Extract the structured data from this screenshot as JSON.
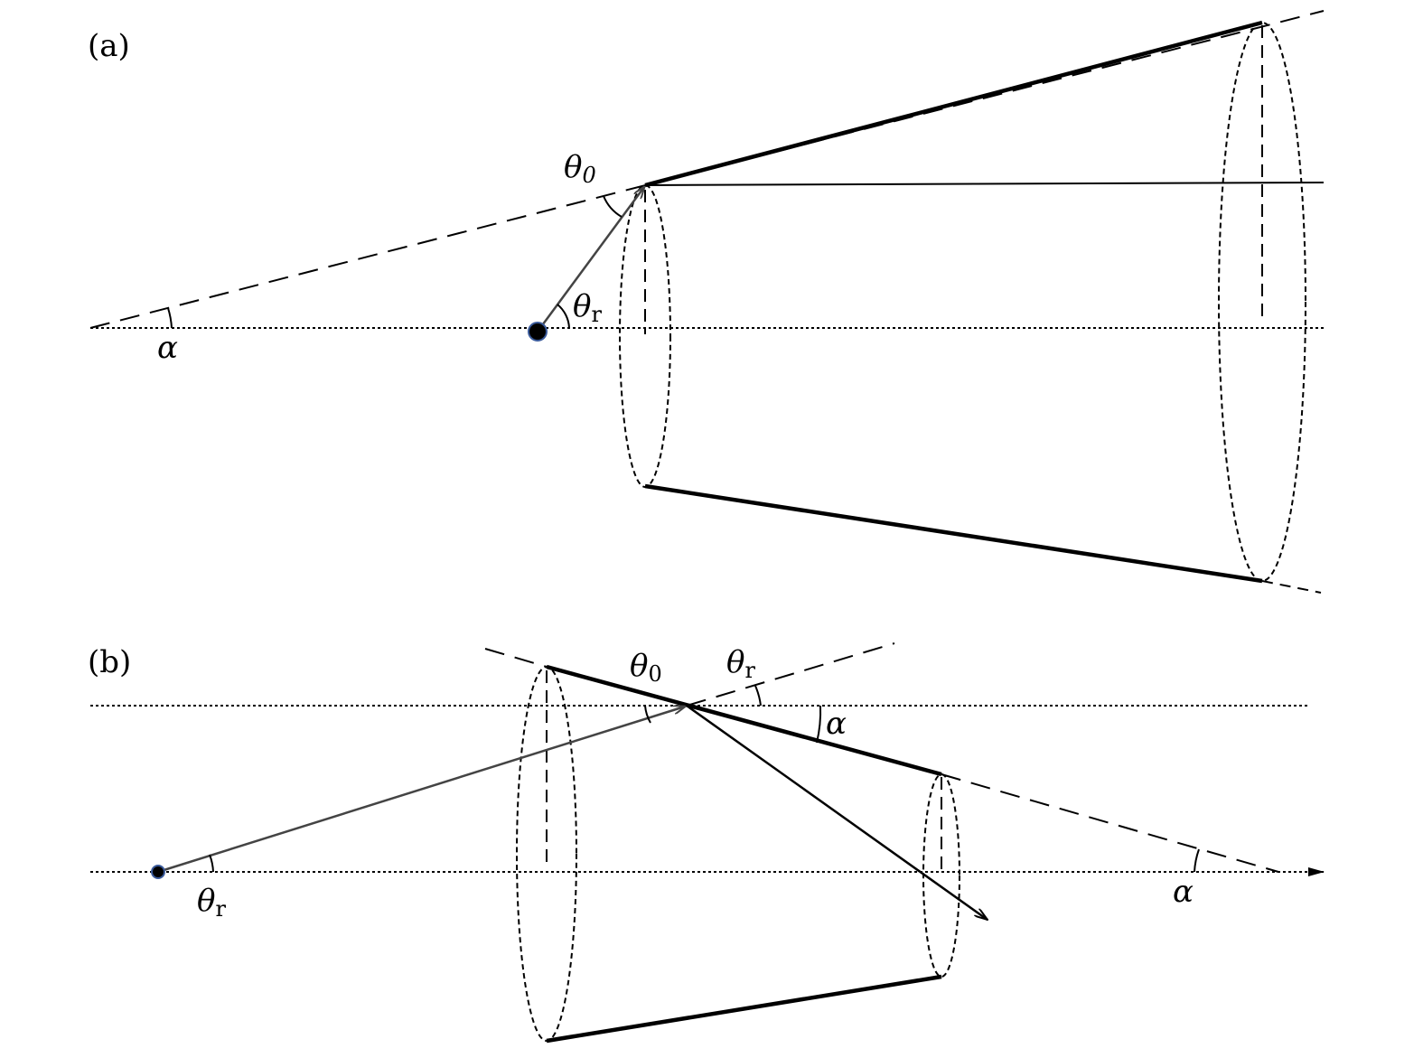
{
  "panels": {
    "a": {
      "label": "(a)",
      "theta0": "θ",
      "theta0_sub": "0",
      "thetar": "θ",
      "thetar_sub": "r",
      "alpha": "α"
    },
    "b": {
      "label": "(b)",
      "theta0": "θ",
      "theta0_sub": "0",
      "thetar_top": "θ",
      "thetar_top_sub": "r",
      "alpha_mid": "α",
      "alpha_right": "α",
      "thetar_bottom": "θ",
      "thetar_bottom_sub": "r"
    }
  },
  "colors": {
    "line": "#000000",
    "ray": "#444444",
    "source_fill": "#000000",
    "source_stroke": "#3a5a9a"
  }
}
